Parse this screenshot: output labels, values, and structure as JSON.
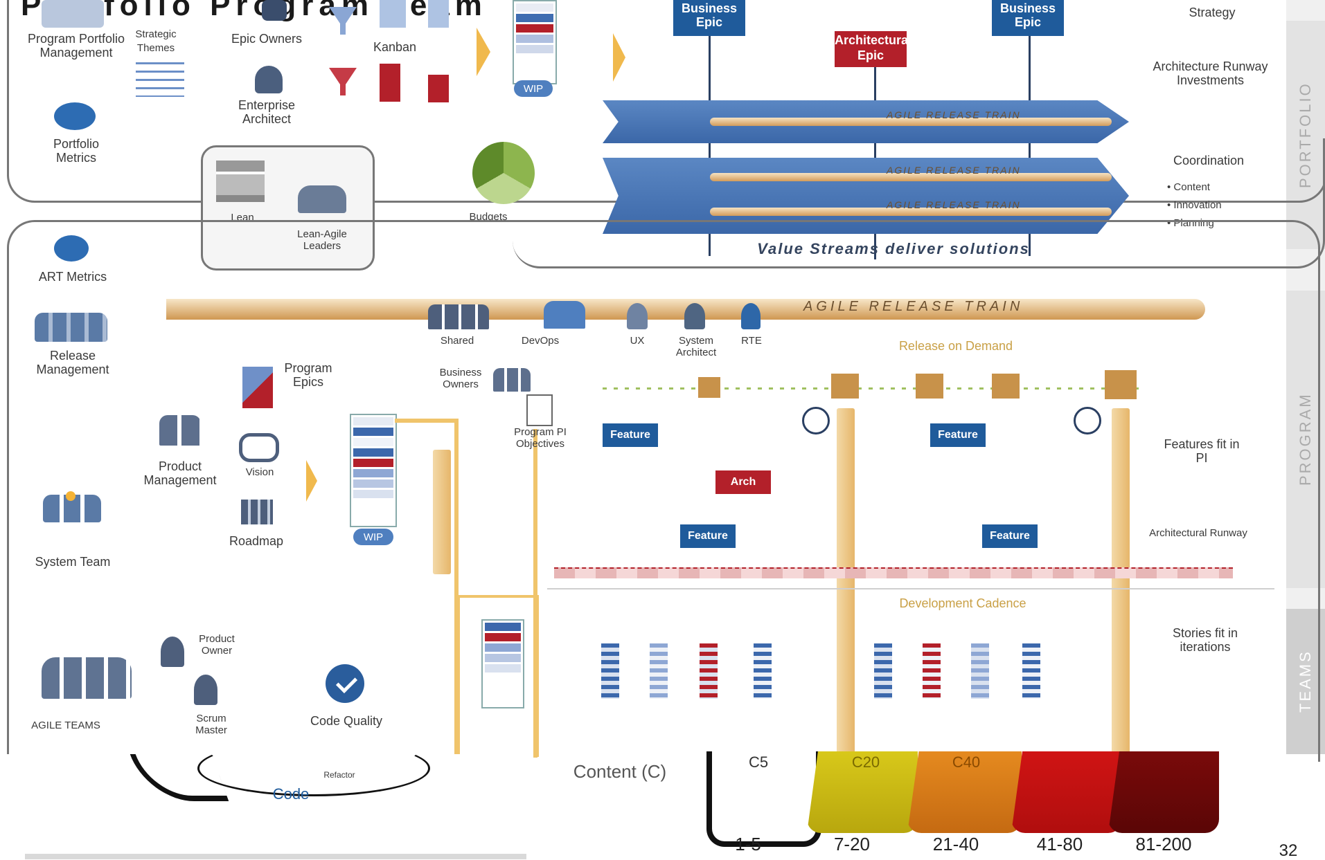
{
  "colors": {
    "accent_blue": "#1f5b9b",
    "accent_red": "#b3202a",
    "gold": "#e6b66a"
  },
  "top_title": "Portfolio Program Team",
  "portfolio": {
    "program_portfolio_management": "Program Portfolio Management",
    "strategic_themes": "Strategic Themes",
    "epic_owners": "Epic Owners",
    "kanban": "Kanban",
    "enterprise_architect": "Enterprise Architect",
    "portfolio_metrics": "Portfolio Metrics",
    "lean": "Lean",
    "lean_agile_leaders": "Lean-Agile Leaders",
    "budgets": "Budgets",
    "business_epic_1": "Business Epic",
    "architectural_epic": "Architectural Epic",
    "business_epic_2": "Business Epic",
    "value_streams": "Value Streams deliver solutions",
    "art_1": "AGILE RELEASE TRAIN",
    "art_2": "AGILE RELEASE TRAIN",
    "art_3": "AGILE RELEASE TRAIN",
    "right_1": "Strategy",
    "right_2": "Architecture Runway Investments",
    "right_3": "Coordination",
    "right_3a": "• Content",
    "right_3b": "• Innovation",
    "right_3c": "• Planning",
    "tab": "PORTFOLIO",
    "wip": "WIP"
  },
  "program": {
    "art_metrics": "ART Metrics",
    "release_management": "Release Management",
    "system_team": "System Team",
    "product_management": "Product Management",
    "vision": "Vision",
    "roadmap": "Roadmap",
    "program_epics": "Program Epics",
    "shared": "Shared",
    "devops": "DevOps",
    "ux": "UX",
    "system_architect": "System Architect",
    "rte": "RTE",
    "business_owners": "Business Owners",
    "program_pi_objectives": "Program PI Objectives",
    "release_on_demand": "Release on Demand",
    "art_banner": "AGILE RELEASE TRAIN",
    "feature_1": "Feature",
    "feature_2": "Feature",
    "feature_3": "Feature",
    "feature_4": "Feature",
    "arch_tag": "Arch",
    "features_fit": "Features fit in PI",
    "runway": "Architectural Runway",
    "tab": "PROGRAM",
    "backlog_wip": "WIP"
  },
  "team": {
    "agile_teams": "AGILE TEAMS",
    "product_owner": "Product Owner",
    "scrum_master": "Scrum Master",
    "code_quality": "Code Quality",
    "development_cadence": "Development Cadence",
    "stories_fit": "Stories fit in iterations",
    "tab": "TEAMS"
  },
  "lower_left": {
    "code": "Code",
    "loop_label": "Refactor"
  },
  "complexity": {
    "label": "Content (C)",
    "seg1": "C5",
    "seg2": "C20",
    "seg3": "C40",
    "ranges": [
      "1-5",
      "7-20",
      "21-40",
      "41-80",
      "81-200"
    ]
  },
  "page_number": "32"
}
